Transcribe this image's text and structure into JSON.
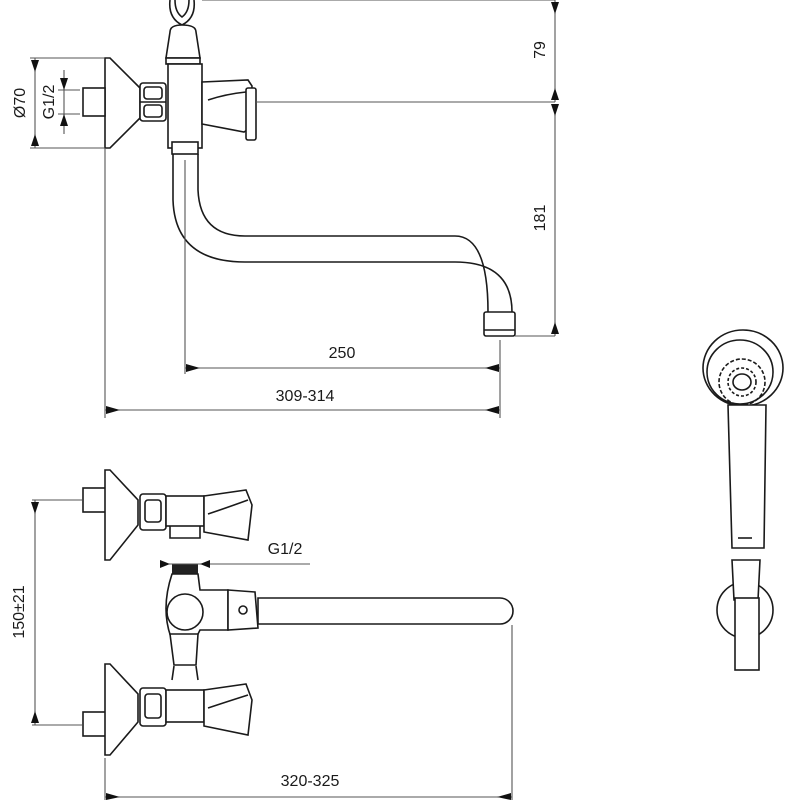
{
  "diagram": {
    "type": "technical-drawing",
    "subject": "wall-mounted bath mixer with swivel spout and hand shower",
    "views": {
      "top_view": {
        "dimensions": {
          "flange_diameter": "Ø70",
          "inlet_thread": "G1/2",
          "height_upper": "79",
          "height_spout": "181",
          "spout_reach": "250",
          "total_reach": "309-314"
        }
      },
      "front_view": {
        "dimensions": {
          "inlet_spacing": "150±21",
          "outlet_thread": "G1/2",
          "total_width": "320-325"
        }
      },
      "hand_shower": {
        "label": ""
      }
    }
  }
}
